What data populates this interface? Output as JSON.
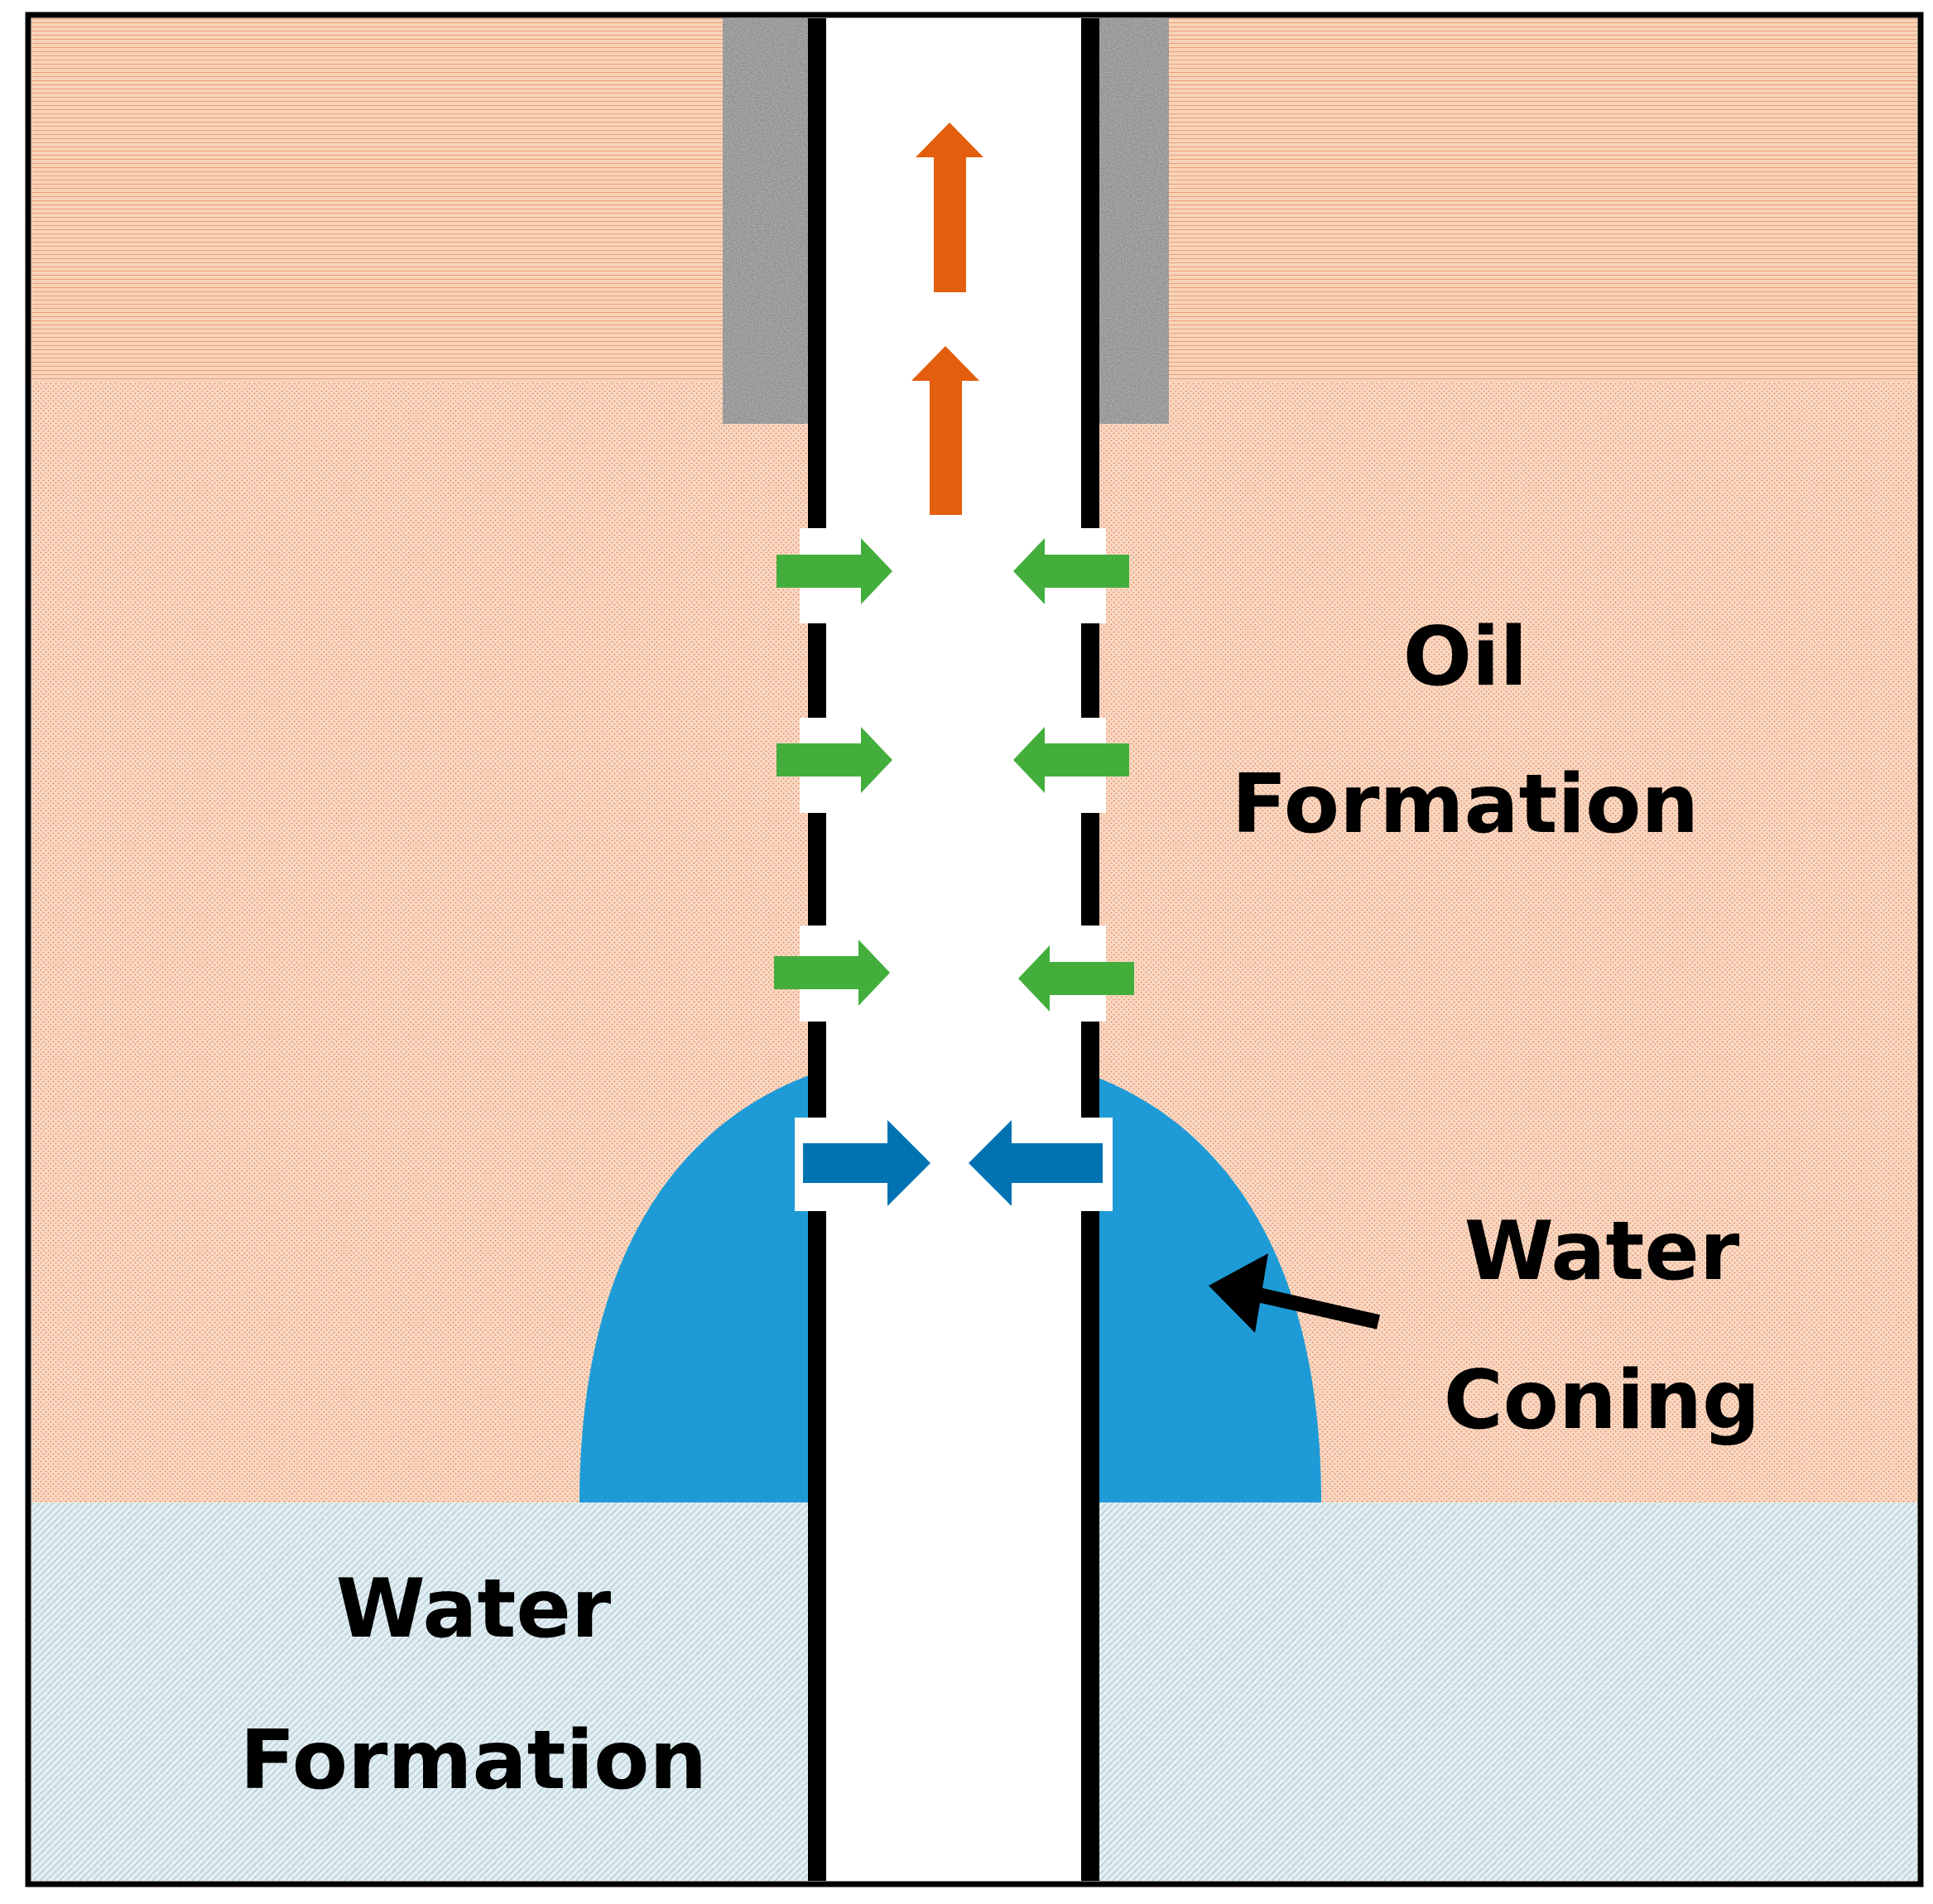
{
  "labels": {
    "oil_formation": [
      "Oil",
      "Formation"
    ],
    "water_coning": [
      "Water",
      "Coning"
    ],
    "water_formation": [
      "Water",
      "Formation"
    ]
  },
  "colors": {
    "oil_formation_fill": "#f8d9c4",
    "oil_formation_dots": "#e8875a",
    "water_formation_fill": "#e3eef2",
    "water_formation_hatch": "#9fc4d2",
    "water_cone": "#1e9bd7",
    "oil_arrow": "#e35e0d",
    "inflow_arrow": "#43ae3c",
    "water_inflow_arrow": "#0173b3",
    "casing": "#000000",
    "cement": "#8c8c8c"
  },
  "icons": {
    "oil_flow": "arrow-up-icon",
    "oil_inflow": "arrow-horizontal-icon",
    "water_inflow": "arrow-horizontal-icon",
    "coning_pointer": "arrow-pointer-icon"
  }
}
